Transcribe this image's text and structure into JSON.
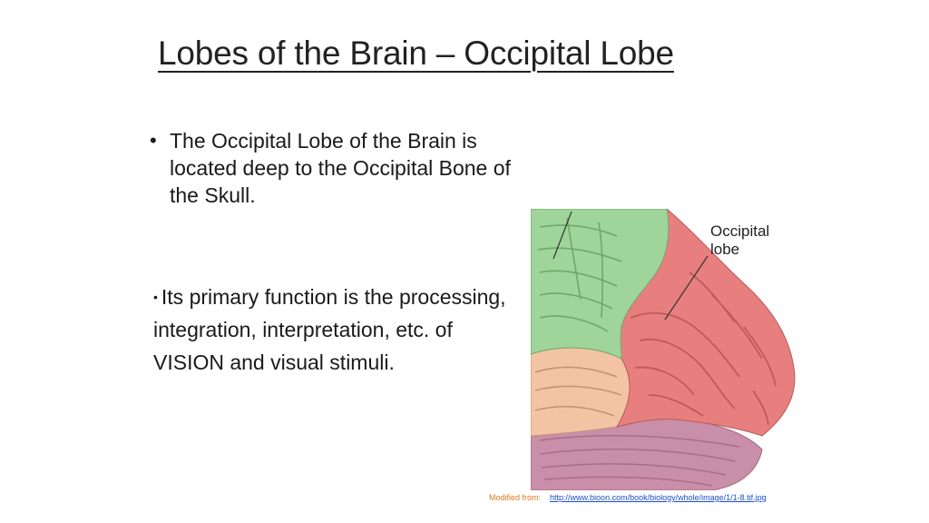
{
  "slide": {
    "title": "Lobes of the Brain – Occipital Lobe",
    "bullets": [
      {
        "marker": "•",
        "text": "The Occipital Lobe of the Brain is located deep to the Occipital Bone of the Skull."
      },
      {
        "marker": "•",
        "text": "Its primary function is the processing, integration, interpretation, etc. of VISION and visual stimuli."
      }
    ],
    "figure": {
      "label_line1": "Occipital",
      "label_line2": "lobe",
      "colors": {
        "parietal": "#9fd49a",
        "occipital": "#e87f7f",
        "temporal": "#f3c4a4",
        "cerebellum": "#c98ea8"
      }
    },
    "credit": {
      "prefix": "Modified from:",
      "link": "http://www.bioon.com/book/biology/whole/image/1/1-8.tif.jpg"
    }
  }
}
